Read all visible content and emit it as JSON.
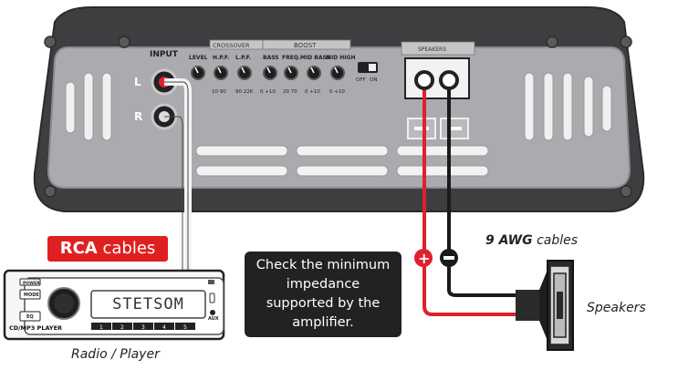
{
  "amplifier": {
    "input_label": "INPUT",
    "channel_left": "L",
    "channel_right": "R",
    "section_crossover": "CROSSOVER",
    "section_boost": "BOOST",
    "knob_labels": [
      "LEVEL",
      "H.P.F.",
      "L.P.F.",
      "BASS",
      "FREQ.",
      "MID BASS",
      "MID HIGH"
    ],
    "knob_scales": [
      "10 90",
      "90 22K",
      "0 +10",
      "20 70",
      "0 +10",
      "0 +10"
    ],
    "switch_labels": [
      "OFF",
      "ON"
    ],
    "speakers_label": "SPEAKERS",
    "terminal_positive": "+",
    "terminal_negative": "−"
  },
  "labels": {
    "rca_bold": "RCA",
    "rca_rest": "cables",
    "note": [
      "Check the minimum",
      "impedance",
      "supported by the",
      "amplifier."
    ],
    "radio_caption": "Radio / Player",
    "awg_bold": "9 AWG",
    "awg_rest": "cables",
    "speakers_caption": "Speakers"
  },
  "radio": {
    "display": "STETSOM",
    "btn_power": "POWER",
    "btn_mode": "MODE",
    "btn_eq": "EQ",
    "model_label": "CD/MP3 PLAYER",
    "aux_label": "AUX",
    "presets": [
      "1",
      "2",
      "3",
      "4",
      "5"
    ]
  },
  "wire_colors": {
    "positive": "#e0202e",
    "negative": "#1a1a1a"
  }
}
